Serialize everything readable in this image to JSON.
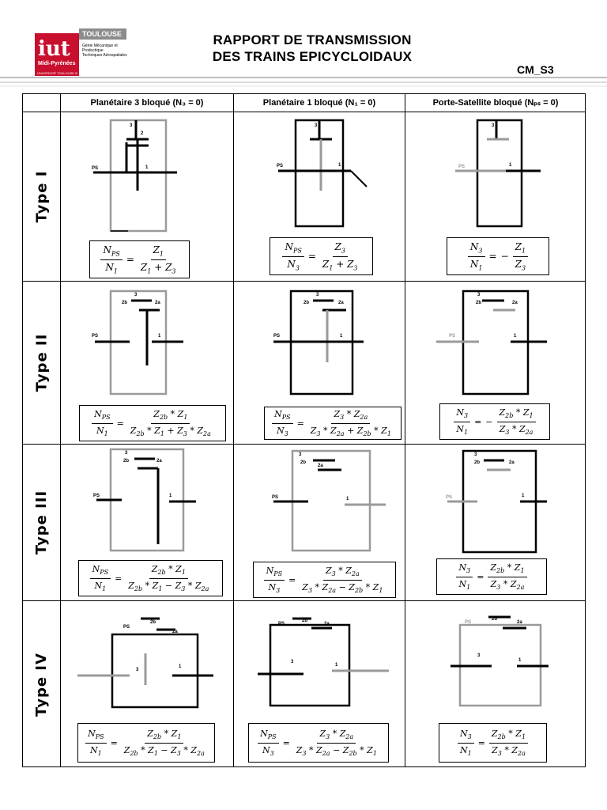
{
  "header": {
    "logo": {
      "main": "iut",
      "city": "TOULOUSE",
      "region": "Midi-Pyrénées",
      "dept_lines": [
        "Génie Mécanique et",
        "Productique",
        "Techniques Aérospatiales"
      ],
      "university": "UNIVERSITÉ TOULOUSE III"
    },
    "title_line1": "RAPPORT DE TRANSMISSION",
    "title_line2": "DES TRAINS EPICYCLOIDAUX",
    "code": "CM_S3"
  },
  "columns": [
    {
      "label": "Planétaire 3 bloqué (N₃ = 0)"
    },
    {
      "label": "Planétaire 1 bloqué (N₁ = 0)"
    },
    {
      "label": "Porte-Satellite bloqué (Nₚₛ = 0)"
    }
  ],
  "rows": [
    {
      "label": "Type I"
    },
    {
      "label": "Type II"
    },
    {
      "label": "Type III"
    },
    {
      "label": "Type IV"
    }
  ],
  "diagram_labels": {
    "ps": "PS",
    "one": "1",
    "two": "2",
    "two_a": "2a",
    "two_b": "2b",
    "three": "3"
  },
  "formulas": [
    [
      {
        "lhs_num": "N_PS",
        "lhs_den": "N_1",
        "sign": "",
        "rhs_num": "Z_1",
        "rhs_den": "Z_1 + Z_3"
      },
      {
        "lhs_num": "N_PS",
        "lhs_den": "N_3",
        "sign": "",
        "rhs_num": "Z_3",
        "rhs_den": "Z_1 + Z_3"
      },
      {
        "lhs_num": "N_3",
        "lhs_den": "N_1",
        "sign": "−",
        "rhs_num": "Z_1",
        "rhs_den": "Z_3"
      }
    ],
    [
      {
        "lhs_num": "N_PS",
        "lhs_den": "N_1",
        "sign": "",
        "rhs_num": "Z_2b * Z_1",
        "rhs_den": "Z_2b * Z_1 + Z_3 * Z_2a"
      },
      {
        "lhs_num": "N_PS",
        "lhs_den": "N_3",
        "sign": "",
        "rhs_num": "Z_3 * Z_2a",
        "rhs_den": "Z_3 * Z_2a + Z_2b * Z_1"
      },
      {
        "lhs_num": "N_3",
        "lhs_den": "N_1",
        "sign": "−",
        "rhs_num": "Z_2b * Z_1",
        "rhs_den": "Z_3 * Z_2a"
      }
    ],
    [
      {
        "lhs_num": "N_PS",
        "lhs_den": "N_1",
        "sign": "",
        "rhs_num": "Z_2b * Z_1",
        "rhs_den": "Z_2b * Z_1 − Z_3 * Z_2a"
      },
      {
        "lhs_num": "N_PS",
        "lhs_den": "N_3",
        "sign": "",
        "rhs_num": "Z_3 * Z_2a",
        "rhs_den": "Z_3 * Z_2a − Z_2b * Z_1"
      },
      {
        "lhs_num": "N_3",
        "lhs_den": "N_1",
        "sign": "",
        "rhs_num": "Z_2b * Z_1",
        "rhs_den": "Z_3 * Z_2a"
      }
    ],
    [
      {
        "lhs_num": "N_PS",
        "lhs_den": "N_1",
        "sign": "",
        "rhs_num": "Z_2b * Z_1",
        "rhs_den": "Z_2b * Z_1 − Z_3 * Z_2a"
      },
      {
        "lhs_num": "N_PS",
        "lhs_den": "N_3",
        "sign": "",
        "rhs_num": "Z_3 * Z_2a",
        "rhs_den": "Z_3 * Z_2a − Z_2b * Z_1"
      },
      {
        "lhs_num": "N_3",
        "lhs_den": "N_1",
        "sign": "",
        "rhs_num": "Z_2b * Z_1",
        "rhs_den": "Z_3 * Z_2a"
      }
    ]
  ],
  "colors": {
    "ink": "#000000",
    "grey_part": "#9a9a9a",
    "logo_red": "#c8102e",
    "logo_grey": "#8c8c8c"
  }
}
